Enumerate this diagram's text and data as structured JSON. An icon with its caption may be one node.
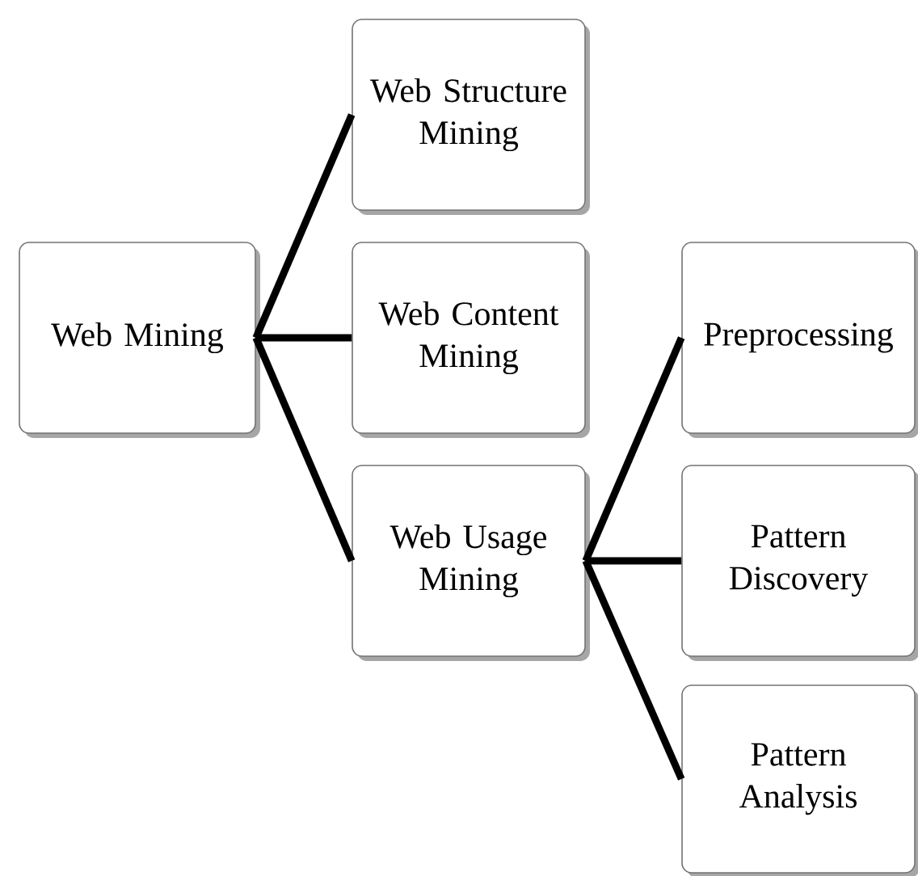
{
  "diagram": {
    "nodes": [
      {
        "text": [
          "Web Mining"
        ]
      },
      {
        "text": [
          "Web Structure Mining"
        ]
      },
      {
        "text": [
          "Web Content Mining"
        ]
      },
      {
        "text": [
          "Web Usage Mining"
        ]
      },
      {
        "text": [
          "Preprocessing"
        ]
      },
      {
        "text": [
          "Pattern Discovery"
        ]
      },
      {
        "text": [
          "Pattern Analysis"
        ]
      }
    ],
    "edges": [
      {
        "from": 0,
        "to": 1,
        "arrow": "none"
      },
      {
        "from": 0,
        "to": 2,
        "arrow": "none"
      },
      {
        "from": 0,
        "to": 3,
        "arrow": "none"
      },
      {
        "from": 3,
        "to": 4,
        "arrow": "none"
      },
      {
        "from": 3,
        "to": 5,
        "arrow": "none"
      },
      {
        "from": 3,
        "to": 6,
        "arrow": "none"
      }
    ]
  }
}
